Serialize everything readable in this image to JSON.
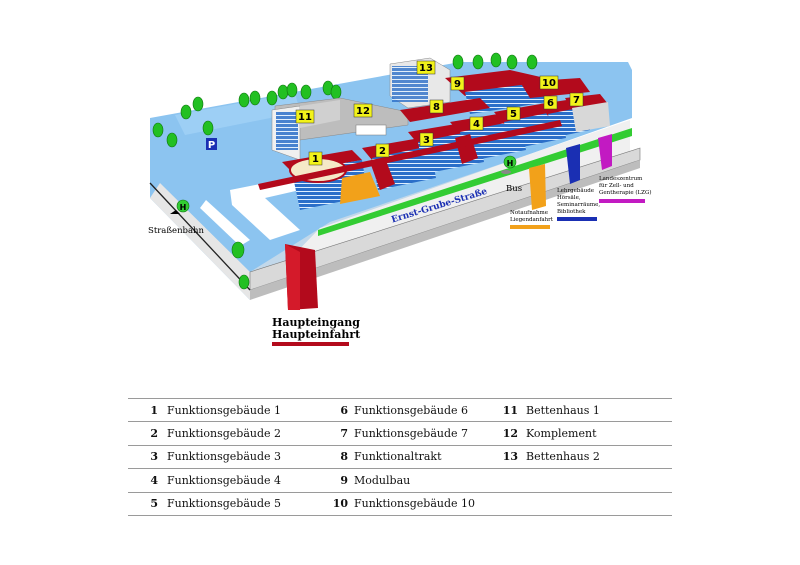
{
  "map": {
    "street_label": "Ernst-Grube-Straße",
    "tram_label": "Straßenbahn",
    "bus_label": "Bus",
    "stop_symbol": "H",
    "parking_symbol": "P",
    "main_entrance": [
      "Haupteingang",
      "Haupteinfahrt"
    ],
    "emergency": [
      "Notaufnahme",
      "Liegendanfahrt"
    ],
    "teaching": [
      "Lehrgebäude",
      "Hörsäle,",
      "Seminarräume,",
      "Bibliothek"
    ],
    "center": [
      "Landeszentrum",
      "für Zell- und",
      "Gentherapie (LZG)"
    ],
    "building_numbers": [
      "1",
      "2",
      "3",
      "4",
      "5",
      "6",
      "7",
      "8",
      "9",
      "10",
      "11",
      "12",
      "13"
    ],
    "colors": {
      "building_red": "#b30a1c",
      "glass_blue": "#2b6fc9",
      "light_blue": "#7fb9ec",
      "grass_green": "#33cc33",
      "tree_green": "#22c022",
      "badge_yellow": "#f2f21a",
      "emergency_orange": "#f2a11a",
      "teaching_blue": "#1a2fb3",
      "center_purple": "#c21ac2"
    }
  },
  "legend": {
    "rows": [
      [
        {
          "num": "1",
          "name": "Funktionsgebäude 1"
        },
        {
          "num": "6",
          "name": "Funktionsgebäude 6"
        },
        {
          "num": "11",
          "name": "Bettenhaus 1"
        }
      ],
      [
        {
          "num": "2",
          "name": "Funktionsgebäude 2"
        },
        {
          "num": "7",
          "name": "Funktionsgebäude 7"
        },
        {
          "num": "12",
          "name": "Komplement"
        }
      ],
      [
        {
          "num": "3",
          "name": "Funktionsgebäude 3"
        },
        {
          "num": "8",
          "name": "Funktionaltrakt"
        },
        {
          "num": "13",
          "name": "Bettenhaus 2"
        }
      ],
      [
        {
          "num": "4",
          "name": "Funktionsgebäude 4"
        },
        {
          "num": "9",
          "name": "Modulbau"
        },
        {
          "num": "",
          "name": ""
        }
      ],
      [
        {
          "num": "5",
          "name": "Funktionsgebäude 5"
        },
        {
          "num": "10",
          "name": "Funktionsgebäude 10"
        },
        {
          "num": "",
          "name": ""
        }
      ]
    ]
  }
}
